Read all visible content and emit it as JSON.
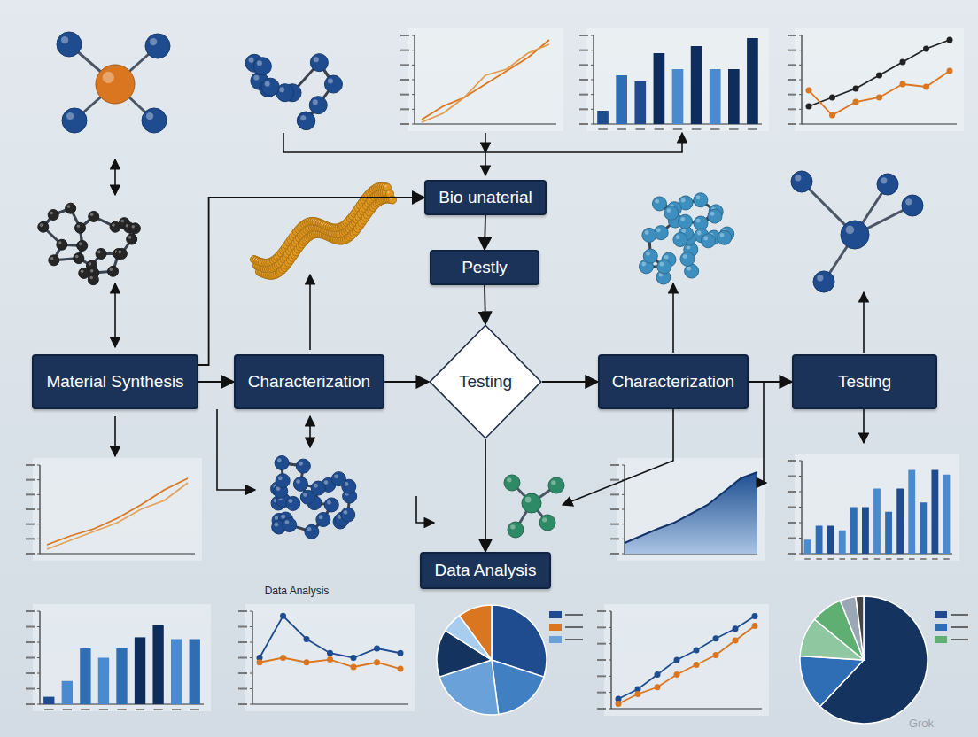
{
  "diagram": {
    "nodes": [
      {
        "text": [
          "Bio unaterial"
        ]
      },
      {
        "text": [
          "Pestly"
        ]
      },
      {
        "text": [
          "Material Synthesis"
        ]
      },
      {
        "text": [
          "Characterization"
        ]
      },
      {
        "text": [
          "Testing"
        ]
      },
      {
        "text": [
          "Characterization"
        ]
      },
      {
        "text": [
          "Testing"
        ]
      },
      {
        "text": [
          "Data Analysis"
        ]
      }
    ],
    "edges": [
      {
        "from": 0,
        "to": 1,
        "arrow": "to"
      },
      {
        "from": 1,
        "to": 4,
        "arrow": "to"
      },
      {
        "from": 2,
        "to": 3,
        "arrow": "to"
      },
      {
        "from": 3,
        "to": 4,
        "arrow": "to"
      },
      {
        "from": 4,
        "to": 5,
        "arrow": "to"
      },
      {
        "from": 5,
        "to": 6,
        "arrow": "to"
      },
      {
        "from": 4,
        "to": 7,
        "arrow": "to"
      },
      {
        "from": 2,
        "to": 0,
        "arrow": "to"
      }
    ],
    "labels": [
      "Data Analysis",
      "Grok"
    ]
  }
}
